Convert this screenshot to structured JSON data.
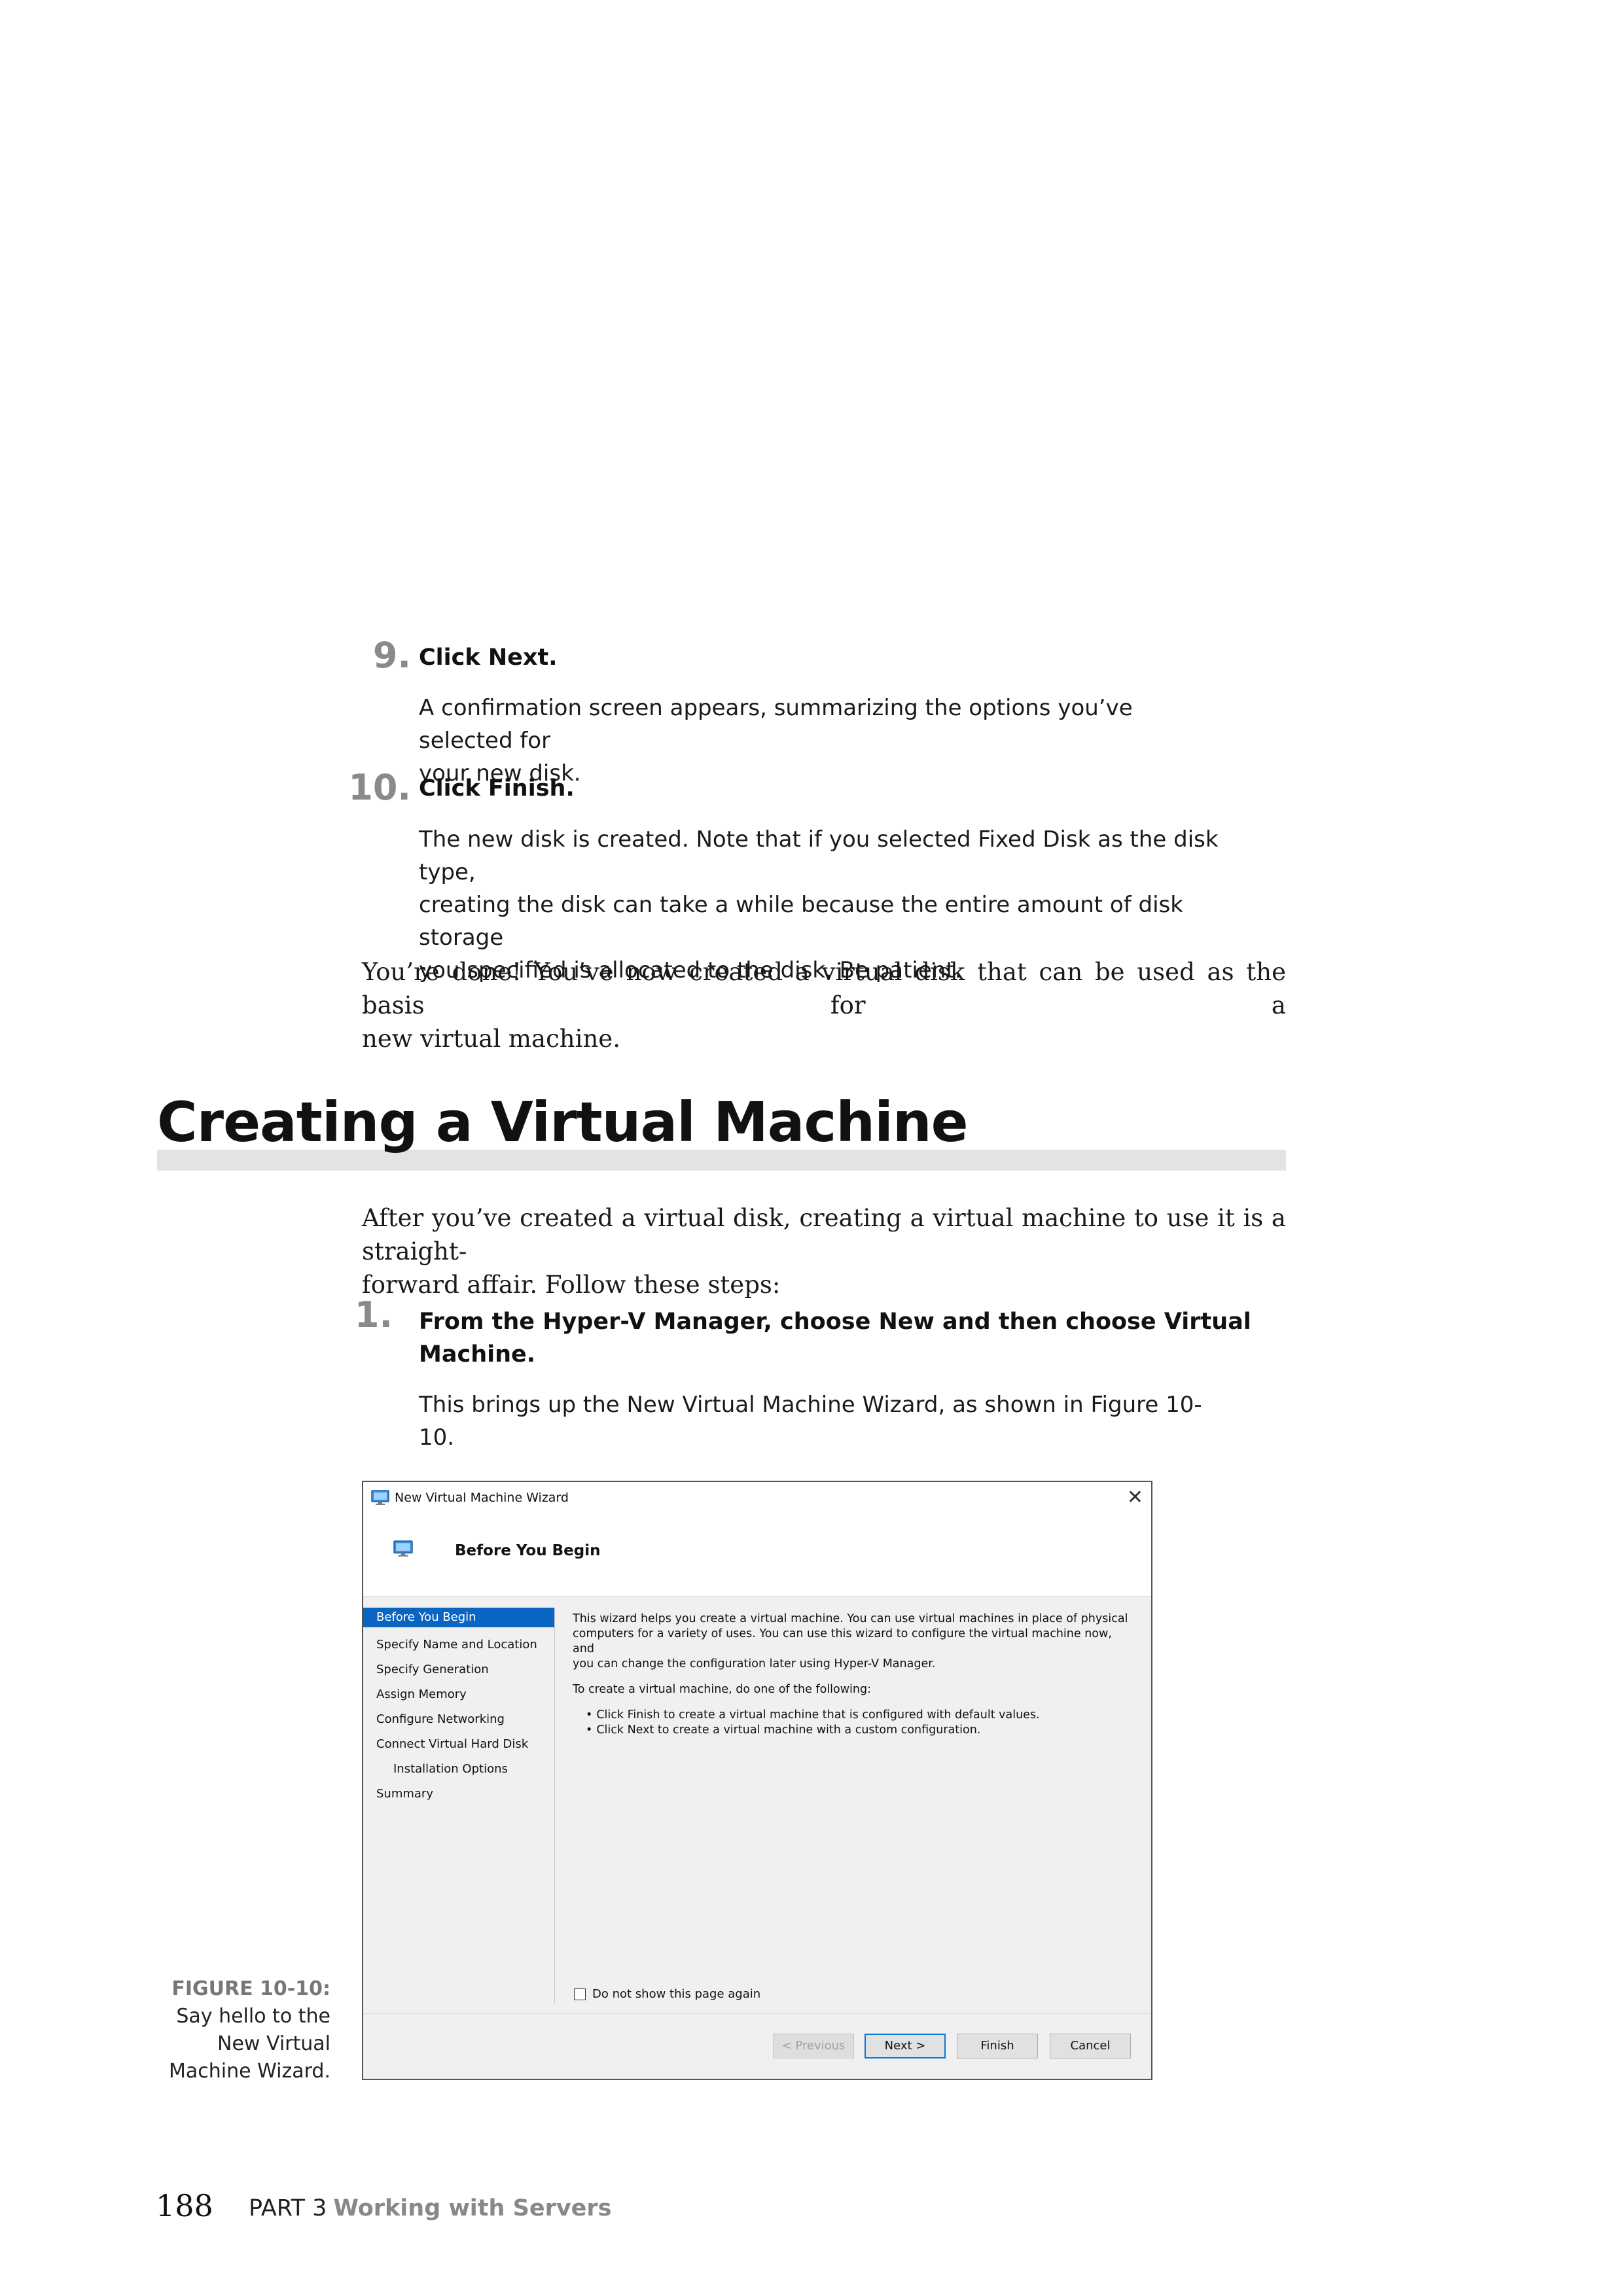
{
  "steps_top": [
    {
      "number": "9.",
      "title": "Click Next.",
      "body": [
        "A confirmation screen appears, summarizing the options you’ve selected for",
        "your new disk."
      ]
    },
    {
      "number": "10.",
      "title": "Click Finish.",
      "body": [
        "The new disk is created. Note that if you selected Fixed Disk as the disk type,",
        "creating the disk can take a while because the entire amount of disk storage",
        "you specified is allocated to the disk. Be patient."
      ]
    }
  ],
  "done_paragraph": [
    "You’re done! You’ve now created a virtual disk that can be used as the basis for a",
    "new virtual machine."
  ],
  "section_heading": "Creating a Virtual Machine",
  "intro_paragraph": [
    "After you’ve created a virtual disk, creating a virtual machine to use it is a straight-",
    "forward affair. Follow these steps:"
  ],
  "step_1": {
    "number": "1.",
    "title": [
      "From the Hyper-V Manager, choose New and then choose Virtual",
      "Machine."
    ],
    "body": "This brings up the New Virtual Machine Wizard, as shown in Figure 10-10."
  },
  "figure": {
    "label": "FIGURE 10-10:",
    "caption": [
      "Say hello to the",
      "New Virtual",
      "Machine Wizard."
    ]
  },
  "wizard": {
    "window_title": "New Virtual Machine Wizard",
    "page_title": "Before You Begin",
    "nav_items": [
      "Before You Begin",
      "Specify Name and Location",
      "Specify Generation",
      "Assign Memory",
      "Configure Networking",
      "Connect Virtual Hard Disk",
      "Installation Options",
      "Summary"
    ],
    "intro_lines": [
      "This wizard helps you create a virtual machine. You can use virtual machines in place of physical",
      "computers for a variety of uses. You can use this wizard to configure the virtual machine now, and",
      "you can change the configuration later using Hyper-V Manager."
    ],
    "instruction": "To create a virtual machine, do one of the following:",
    "bullets": [
      "Click Finish to create a virtual machine that is configured with default values.",
      "Click Next to create a virtual machine with a custom configuration."
    ],
    "checkbox_label": "Do not show this page again",
    "buttons": {
      "previous": "< Previous",
      "next": "Next >",
      "finish": "Finish",
      "cancel": "Cancel"
    },
    "colors": {
      "selection": "#0a64c2",
      "default_button_border": "#0a78d7"
    }
  },
  "footer": {
    "page_number": "188",
    "part_label": "PART 3",
    "part_title": "Working with Servers"
  }
}
